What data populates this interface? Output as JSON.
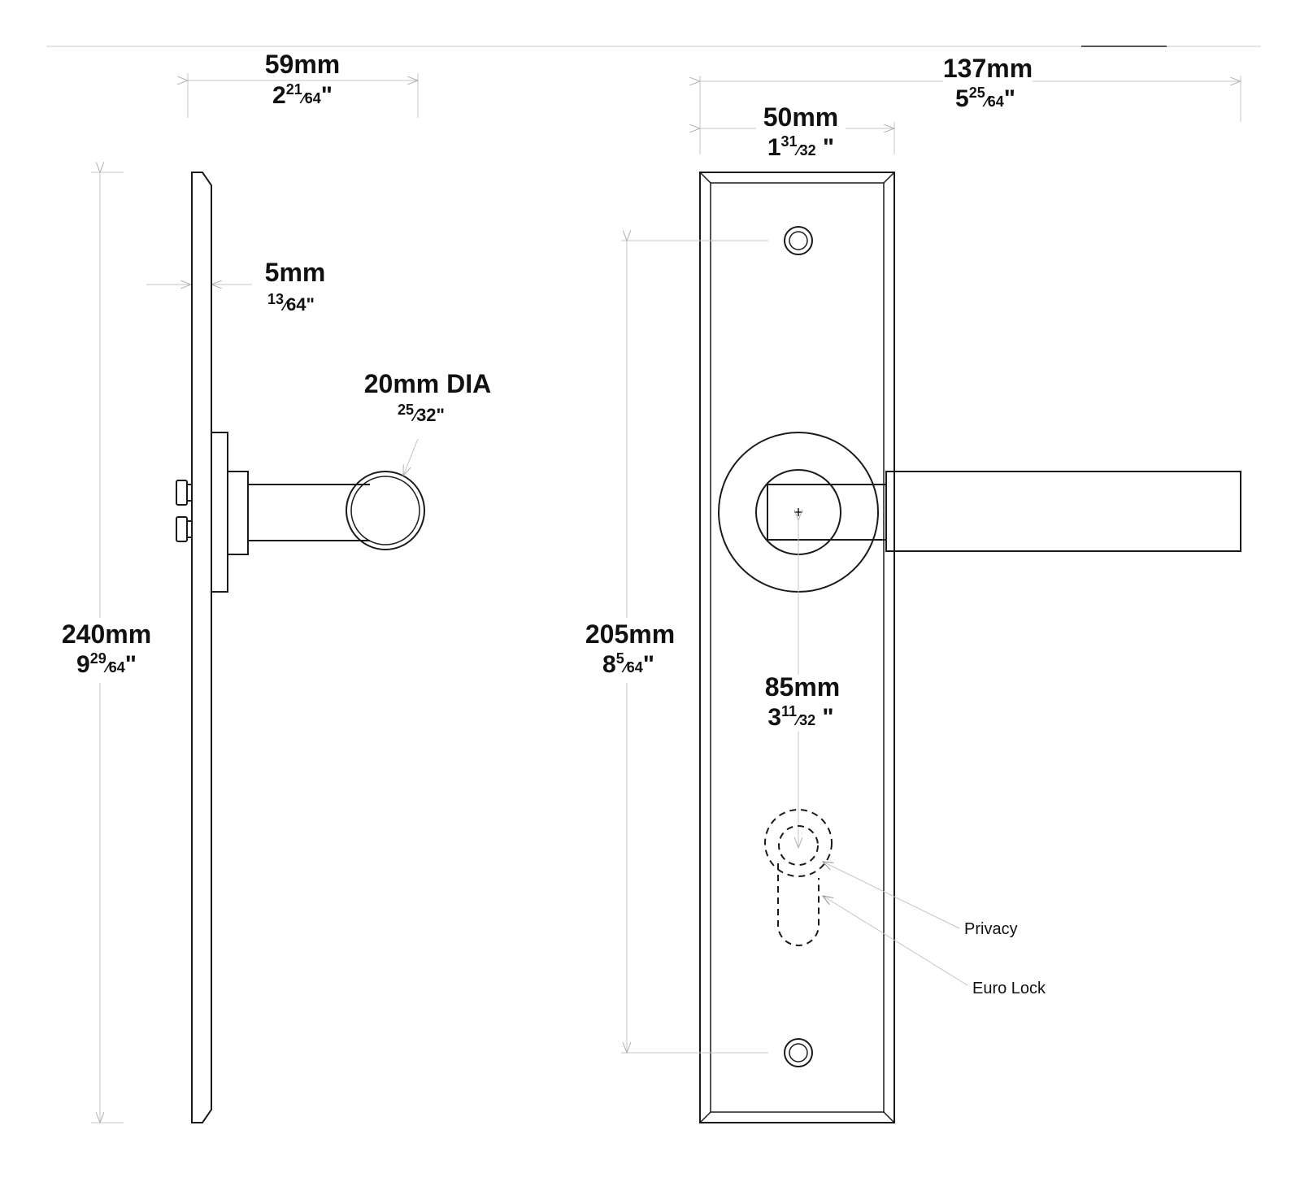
{
  "side_view": {
    "width": {
      "mm": "59mm",
      "inch_whole": "2",
      "inch_num": "21",
      "inch_den": "64",
      "inch_mark": "\""
    },
    "height": {
      "mm": "240mm",
      "inch_whole": "9",
      "inch_num": "29",
      "inch_den": "64",
      "inch_mark": "\""
    },
    "plate_thickness": {
      "mm": "5mm",
      "inch_num": "13",
      "inch_den": "64",
      "inch_mark": "\""
    },
    "lever_diameter": {
      "mm": "20mm DIA",
      "inch_num": "25",
      "inch_den": "32",
      "inch_mark": "\""
    }
  },
  "front_view": {
    "overall_width": {
      "mm": "137mm",
      "inch_whole": "5",
      "inch_num": "25",
      "inch_den": "64",
      "inch_mark": "\""
    },
    "plate_width": {
      "mm": "50mm",
      "inch_whole": "1",
      "inch_num": "31",
      "inch_den": "32",
      "inch_mark": " \""
    },
    "screw_centres": {
      "mm": "205mm",
      "inch_whole": "8",
      "inch_num": "5",
      "inch_den": "64",
      "inch_mark": "\""
    },
    "handle_to_lock": {
      "mm": "85mm",
      "inch_whole": "3",
      "inch_num": "11",
      "inch_den": "32",
      "inch_mark": " \""
    },
    "labels": {
      "privacy": "Privacy",
      "euro_lock": "Euro Lock"
    }
  }
}
